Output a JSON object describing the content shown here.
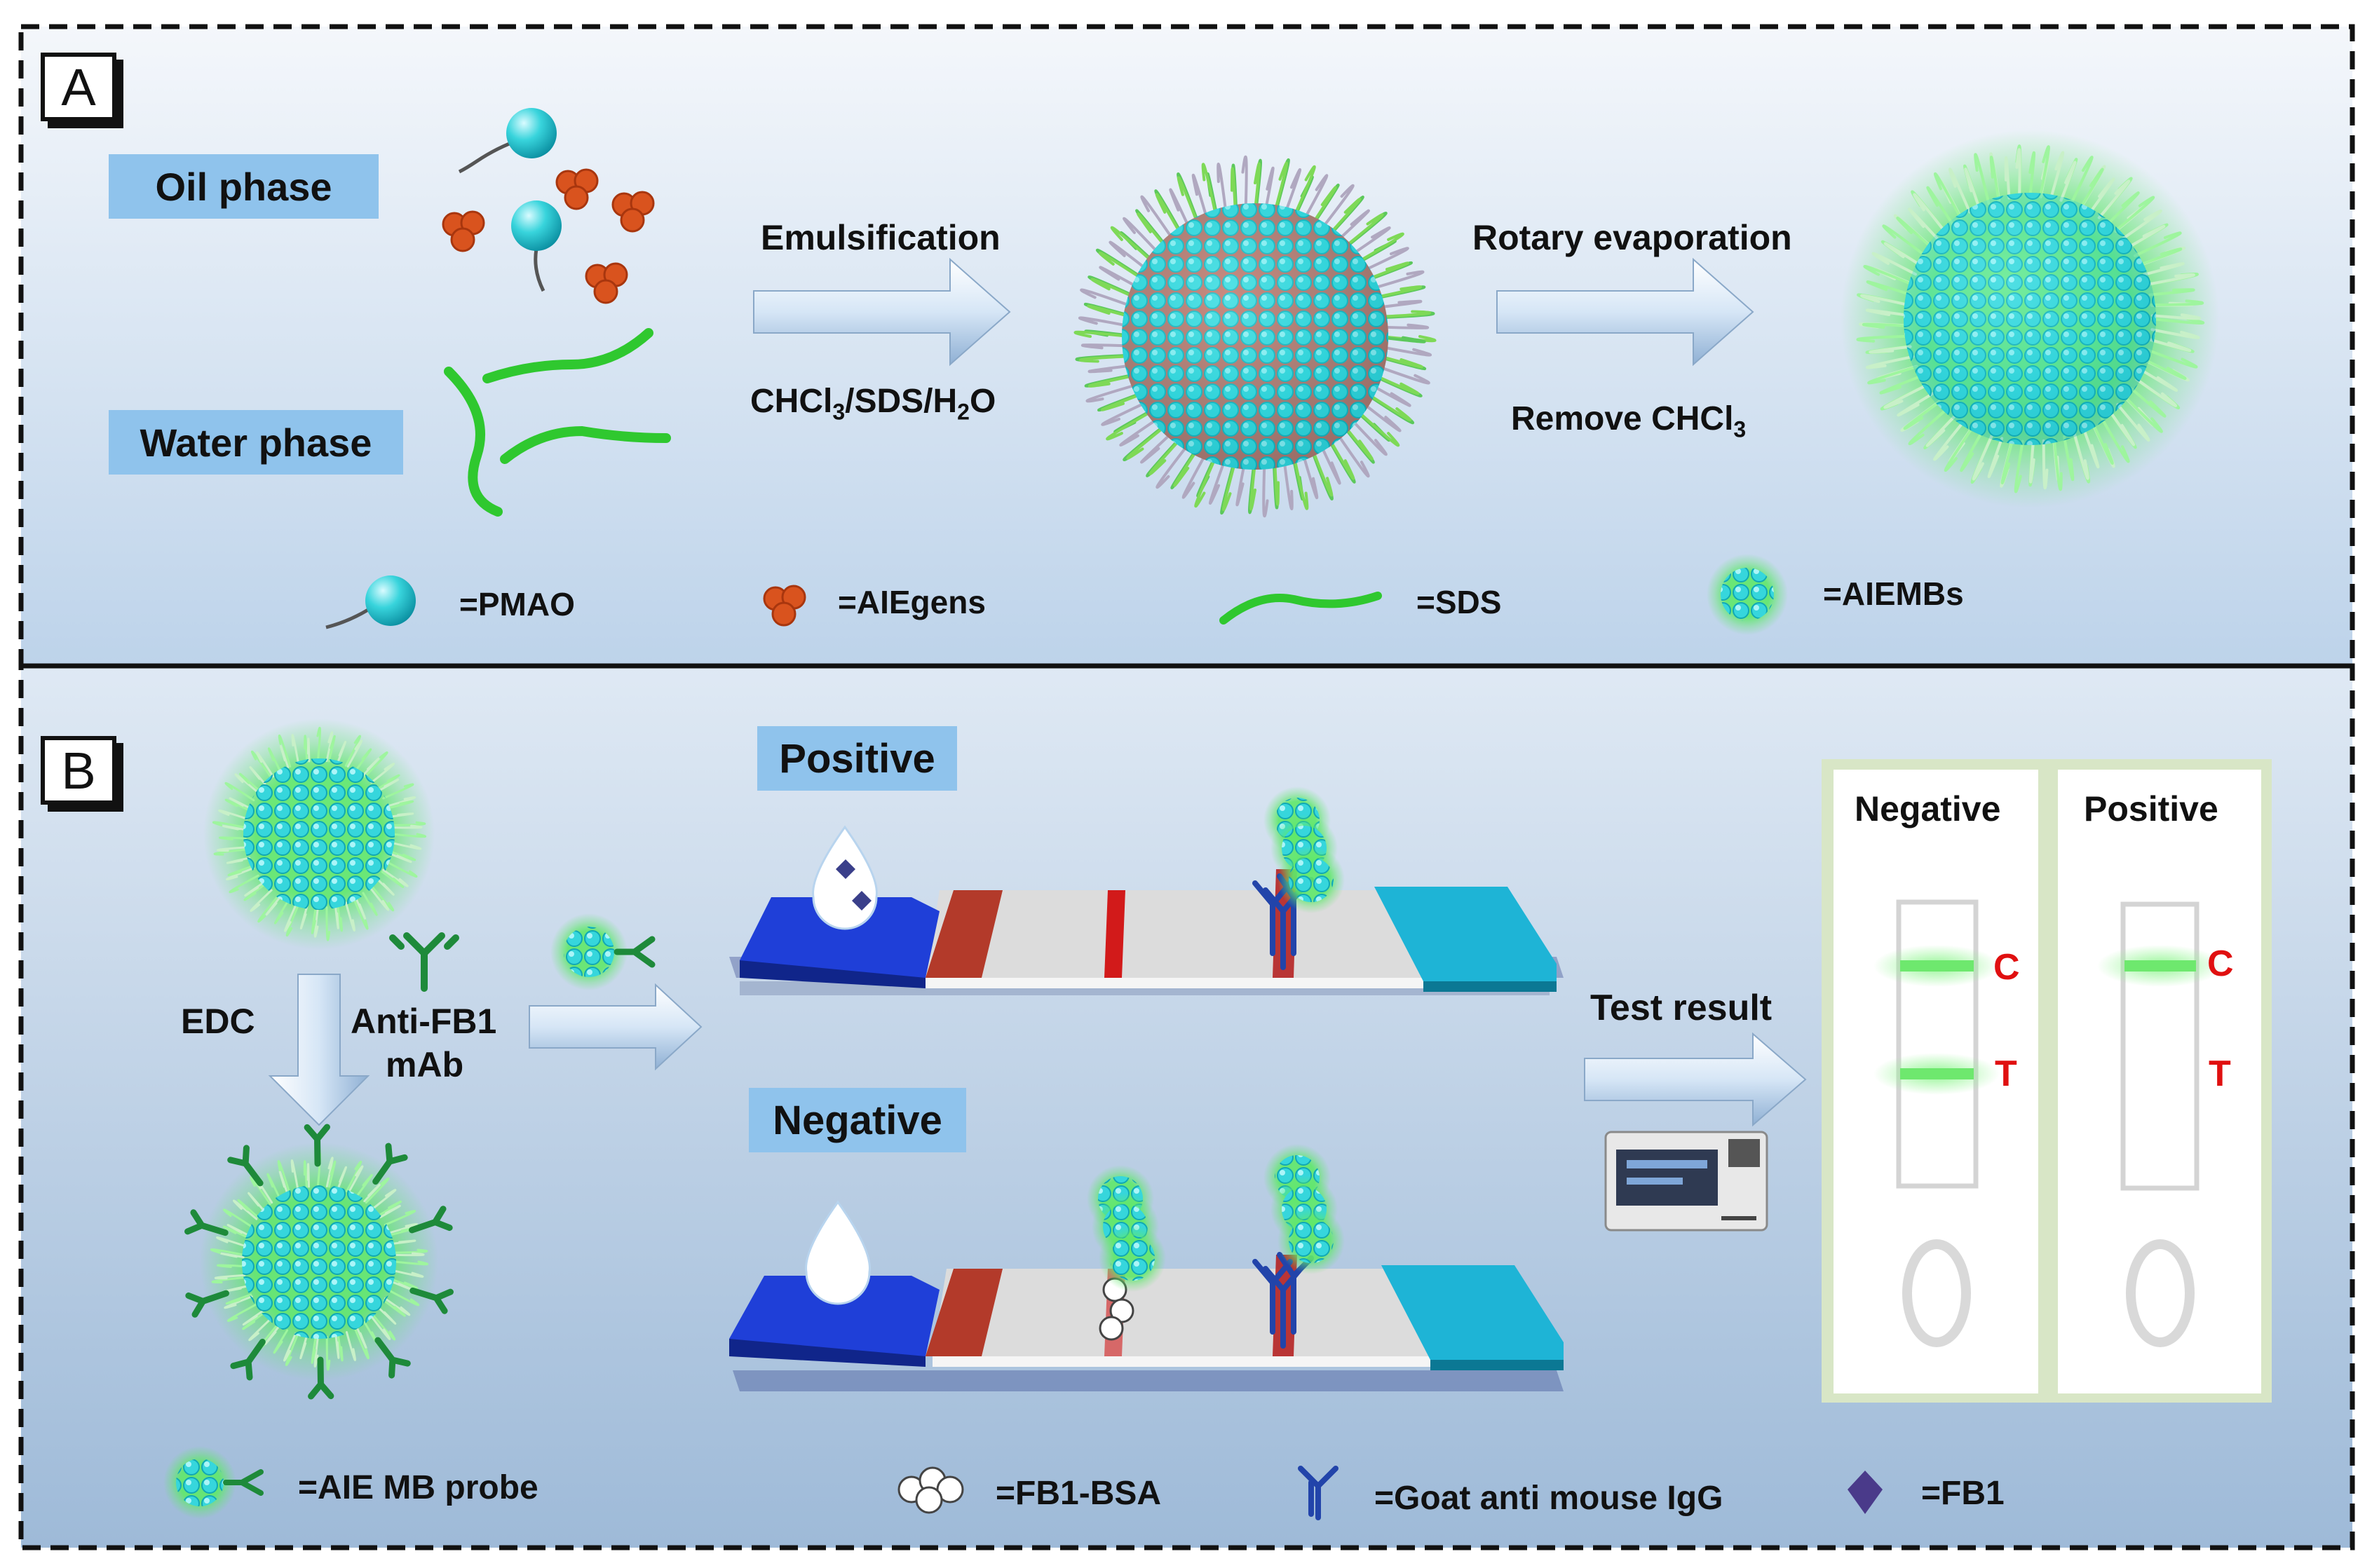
{
  "panels": {
    "a_label": "A",
    "b_label": "B"
  },
  "panel_a": {
    "oil_phase": "Oil phase",
    "water_phase": "Water phase",
    "emulsification": "Emulsification",
    "solvent": "CHCl",
    "solvent_sub1": "3",
    "solvent_mid": "/SDS/H",
    "solvent_sub2": "2",
    "solvent_end": "O",
    "rotary": "Rotary evaporation",
    "remove": "Remove CHCl",
    "remove_sub": "3",
    "legend": {
      "pmao": "=PMAO",
      "aiegens": "=AIEgens",
      "sds": "=SDS",
      "aiembs": "=AIEMBs"
    }
  },
  "panel_b": {
    "edc": "EDC",
    "antibody_line1": "Anti-FB1",
    "antibody_line2": "mAb",
    "positive_tag": "Positive",
    "negative_tag": "Negative",
    "test_result": "Test result",
    "result_card": {
      "negative_title": "Negative",
      "positive_title": "Positive",
      "c_label": "C",
      "t_label": "T"
    },
    "legend": {
      "probe": "=AIE MB probe",
      "fb1_bsa": "=FB1-BSA",
      "goat_igg": "=Goat anti mouse IgG",
      "fb1": "=FB1"
    }
  },
  "colors": {
    "sphere": "#38d4dc",
    "glow": "#5fe86a",
    "sds": "#2fc82f",
    "aiegen": "#d9531e",
    "antibody": "#1e8a3a",
    "igg": "#2244aa",
    "label_red": "#e01010",
    "tag_blue": "#8fc3ec"
  }
}
